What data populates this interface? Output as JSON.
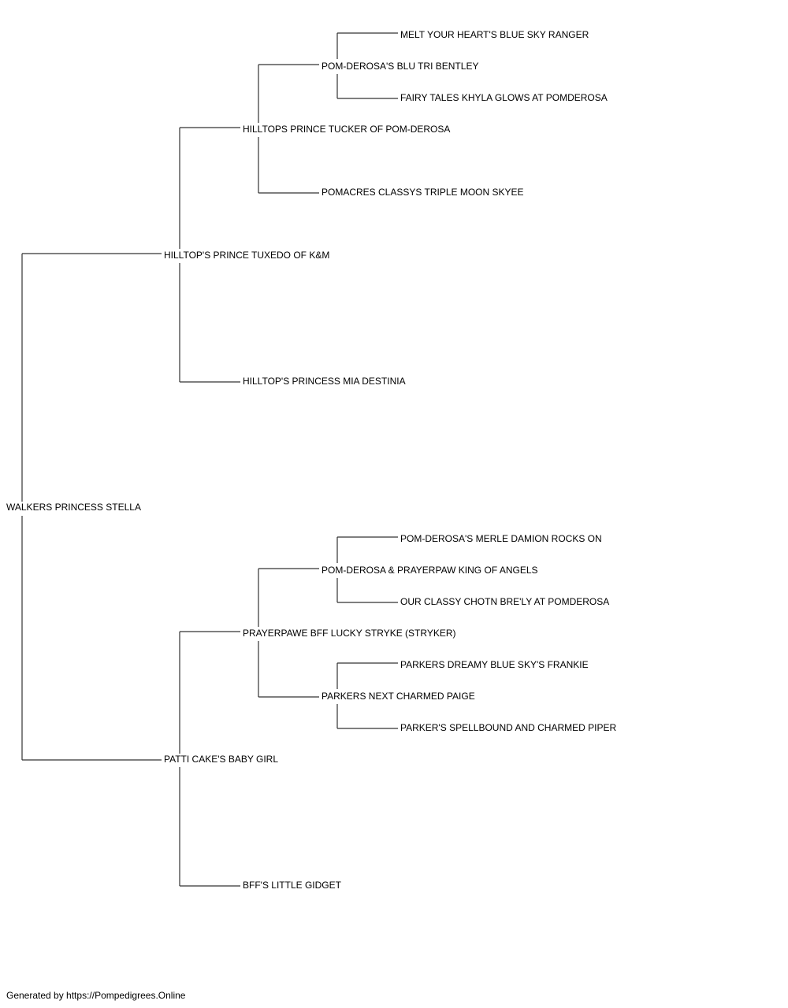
{
  "pedigree": {
    "subject": "WALKERS PRINCESS STELLA",
    "sire": "HILLTOP'S PRINCE TUXEDO OF K&M",
    "dam": "PATTI CAKE'S BABY GIRL",
    "sire_sire": "HILLTOPS PRINCE TUCKER OF POM-DEROSA",
    "sire_dam": "HILLTOP'S PRINCESS MIA DESTINIA",
    "dam_sire": "PRAYERPAWE BFF LUCKY STRYKE (STRYKER)",
    "dam_dam": "BFF'S LITTLE GIDGET",
    "sire_sire_sire": "POM-DEROSA'S BLU TRI BENTLEY",
    "sire_sire_dam": "POMACRES CLASSYS TRIPLE MOON SKYEE",
    "dam_sire_sire": "POM-DEROSA & PRAYERPAW KING OF ANGELS",
    "dam_sire_dam": "PARKERS NEXT CHARMED PAIGE",
    "sire_sire_sire_sire": "MELT YOUR HEART'S BLUE SKY RANGER",
    "sire_sire_sire_dam": "FAIRY TALES KHYLA GLOWS AT POMDEROSA",
    "dam_sire_sire_sire": "POM-DEROSA'S MERLE DAMION ROCKS ON",
    "dam_sire_sire_dam": "OUR CLASSY CHOTN BRE'LY AT POMDEROSA",
    "dam_sire_dam_sire": "PARKERS DREAMY BLUE SKY'S FRANKIE",
    "dam_sire_dam_dam": "PARKER'S SPELLBOUND AND CHARMED PIPER"
  },
  "footer": {
    "text": "Generated by https://Pompedigrees.Online"
  },
  "colors": {
    "line": "#333333",
    "text": "#000000",
    "background": "#ffffff"
  }
}
